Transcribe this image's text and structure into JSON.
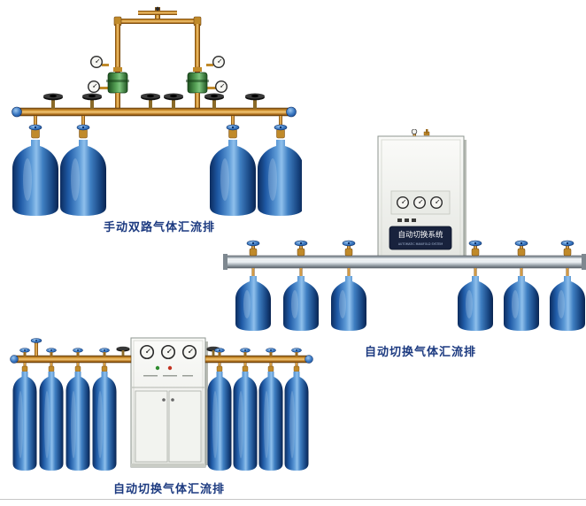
{
  "page": {
    "background": "#ffffff"
  },
  "colors": {
    "caption_text": "#1c3a80",
    "cylinder_blue": "#2f74c0",
    "brass_pipe": "#cf8f2c",
    "silver_bar": "#c6cfd5",
    "regulator_green": "#55a055",
    "panel_navy": "#18223d"
  },
  "products": [
    {
      "name": "manual-dual-gas-manifold",
      "caption": "手动双路气体汇流排",
      "cylinders": 4
    },
    {
      "name": "auto-switch-gas-manifold-wall-cabinet",
      "caption": "自动切换气体汇流排",
      "cylinders": 6,
      "panel_title": "自动切换系统",
      "panel_subtitle": "AUTOMATIC MANIFOLD SYSTEM"
    },
    {
      "name": "auto-switch-gas-manifold-floor-cabinet",
      "caption": "自动切换气体汇流排",
      "cylinders": 8
    }
  ]
}
